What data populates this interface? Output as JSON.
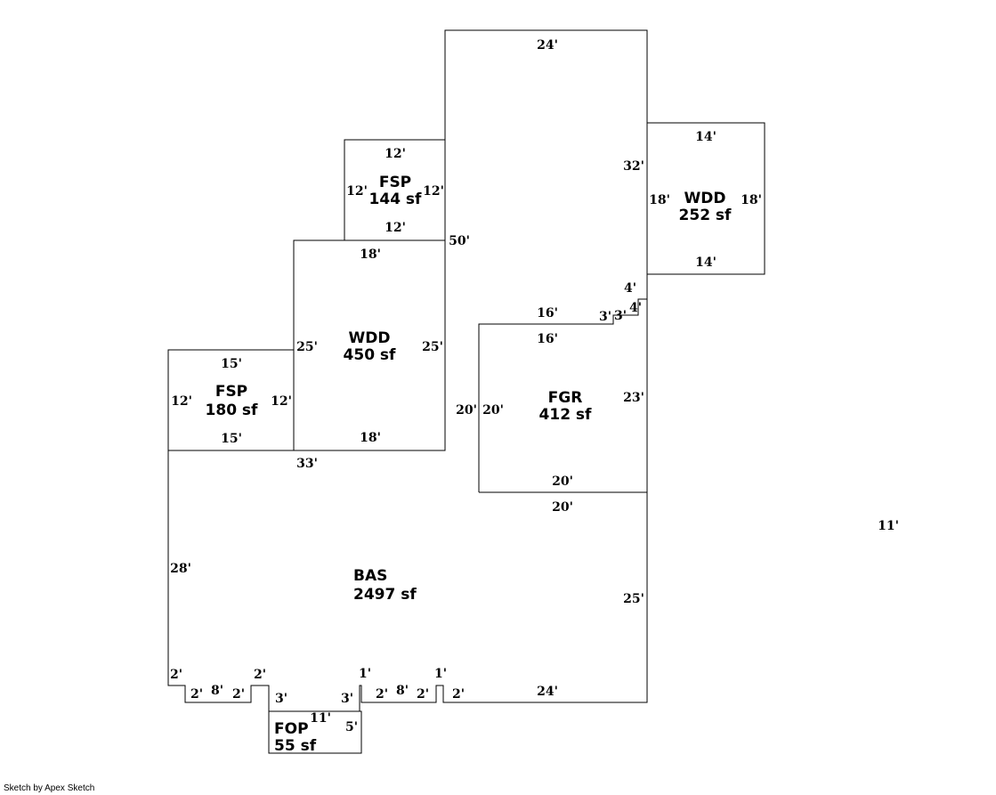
{
  "areas": {
    "bas": {
      "code": "BAS",
      "size": "2497 sf"
    },
    "fgr": {
      "code": "FGR",
      "size": "412 sf"
    },
    "wdd_left": {
      "code": "WDD",
      "size": "450 sf"
    },
    "wdd_right": {
      "code": "WDD",
      "size": "252 sf"
    },
    "fsp_top": {
      "code": "FSP",
      "size": "144 sf"
    },
    "fsp_left": {
      "code": "FSP",
      "size": "180 sf"
    },
    "fop": {
      "code": "FOP",
      "size": "55 sf"
    }
  },
  "dimensions": {
    "bas_top": "24'",
    "bas_right_upper": "32'",
    "bas_right_50": "50'",
    "bas_step_top": "4'",
    "bas_step_side": "4'",
    "bas_notch": "3'",
    "bas_notch_2": "3'",
    "bas_fgr_top": "16'",
    "bas_fgr_left": "20'",
    "bas_fgr_bottom": "20'",
    "bas_right_lower": "25'",
    "bas_bottom_right": "24'",
    "bas_left": "28'",
    "bas_top_left": "33'",
    "bas_b_2a": "2'",
    "bas_b_2b": "2'",
    "bas_b_8a": "8'",
    "bas_b_2c": "2'",
    "bas_b_2d": "2'",
    "bas_b_3a": "3'",
    "bas_b_3b": "3'",
    "bas_b_1a": "1'",
    "bas_b_2e": "2'",
    "bas_b_8b": "8'",
    "bas_b_2f": "2'",
    "bas_b_1b": "1'",
    "bas_b_2g": "2'",
    "fsp_top_top": "12'",
    "fsp_top_left": "12'",
    "fsp_top_right": "12'",
    "fsp_top_bottom": "12'",
    "wdd_r_top": "14'",
    "wdd_r_left": "18'",
    "wdd_r_right": "18'",
    "wdd_r_bottom": "14'",
    "wdd_l_top": "18'",
    "wdd_l_left": "25'",
    "wdd_l_right": "25'",
    "wdd_l_bottom": "18'",
    "fsp_l_top": "15'",
    "fsp_l_left": "12'",
    "fsp_l_right": "12'",
    "fsp_l_bottom": "15'",
    "fgr_top": "16'",
    "fgr_notch": "3'",
    "fgr_right": "23'",
    "fgr_left": "20'",
    "fgr_bottom": "20'",
    "fop_top": "11'",
    "fop_right": "5'",
    "stray": "11'"
  },
  "footer": {
    "credit": "Sketch by Apex Sketch"
  }
}
